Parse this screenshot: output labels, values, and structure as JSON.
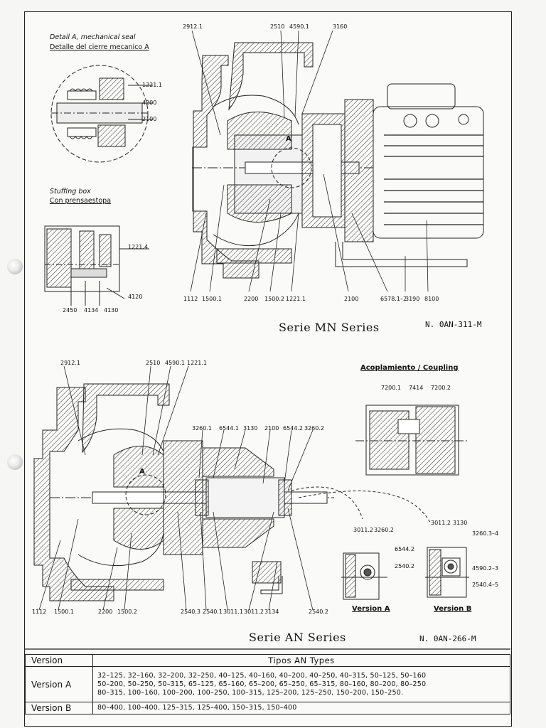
{
  "detail_a": {
    "title_en": "Detail A, mechanical seal",
    "title_es": "Detalle del cierre mecanico A"
  },
  "stuffing_box": {
    "title_en": "Stuffing box",
    "title_es": "Con prensaestopa"
  },
  "coupling": {
    "title": "Acoplamiento / Coupling"
  },
  "mn": {
    "series": "Serie MN Series",
    "code": "N. 0AN-311-M"
  },
  "an": {
    "series": "Serie AN Series",
    "code": "N. 0AN-266-M"
  },
  "version_a_label": "Version A",
  "version_b_label": "Version B",
  "detail_marker": "A",
  "labels": {
    "l1221_1_top": "1221.1",
    "l4200": "4200",
    "l2100_top": "2100",
    "l1221_4": "1221.4",
    "l4120": "4120",
    "l2450": "2450",
    "l4134": "4134",
    "l4130": "4130",
    "mn_2912_1": "2912.1",
    "mn_2510": "2510",
    "mn_4590_1": "4590.1",
    "mn_3160": "3160",
    "mn_1112": "1112",
    "mn_1500_1": "1500.1",
    "mn_2200": "2200",
    "mn_1500_2": "1500.2",
    "mn_1221_1": "1221.1",
    "mn_2100": "2100",
    "mn_6578": "6578.1–2",
    "mn_3190": "3190",
    "mn_8100": "8100",
    "an_2912_1": "2912.1",
    "an_2510": "2510",
    "an_4590_1": "4590.1",
    "an_1221_1": "1221.1",
    "an_3260_1": "3260.1",
    "an_6544_1": "6544.1",
    "an_3130": "3130",
    "an_2100": "2100",
    "an_6544_2": "6544.2",
    "an_3260_2": "3260.2",
    "cp_7200_1": "7200.1",
    "cp_7414": "7414",
    "cp_7200_2": "7200.2",
    "an_1112": "1112",
    "an_1500_1": "1500.1",
    "an_2200": "2200",
    "an_1500_2": "1500.2",
    "an_2540_3": "2540.3",
    "an_2540_1": "2540.1",
    "an_3011_1": "3011.1",
    "an_3011_2": "3011.2",
    "an_3134": "3134",
    "an_2540_2": "2540.2",
    "va_3011_2": "3011.2",
    "va_3260_2": "3260.2",
    "va_6544_2": "6544.2",
    "va_2540_2": "2540.2",
    "vb_3011_2": "3011.2",
    "vb_3130": "3130",
    "vb_3260_3_4": "3260.3–4",
    "vb_4590_2_3": "4590.2–3",
    "vb_2540_4_5": "2540.4–5"
  },
  "types_table": {
    "header_version": "Version",
    "header_types": "Tipos AN Types",
    "rows": [
      {
        "version": "Version A",
        "lines": [
          "32–125, 32–160, 32–200, 32–250, 40–125, 40–160, 40–200, 40–250, 40–315, 50–125, 50–160",
          "50–200, 50–250, 50–315, 65–125, 65–160, 65–200, 65–250, 65–315, 80–160, 80–200, 80–250",
          "80–315, 100–160, 100–200, 100–250, 100–315, 125–200, 125–250, 150–200, 150–250."
        ]
      },
      {
        "version": "Version B",
        "lines": [
          "80–400, 100–400, 125–315, 125–400, 150–315, 150–400"
        ]
      }
    ]
  }
}
